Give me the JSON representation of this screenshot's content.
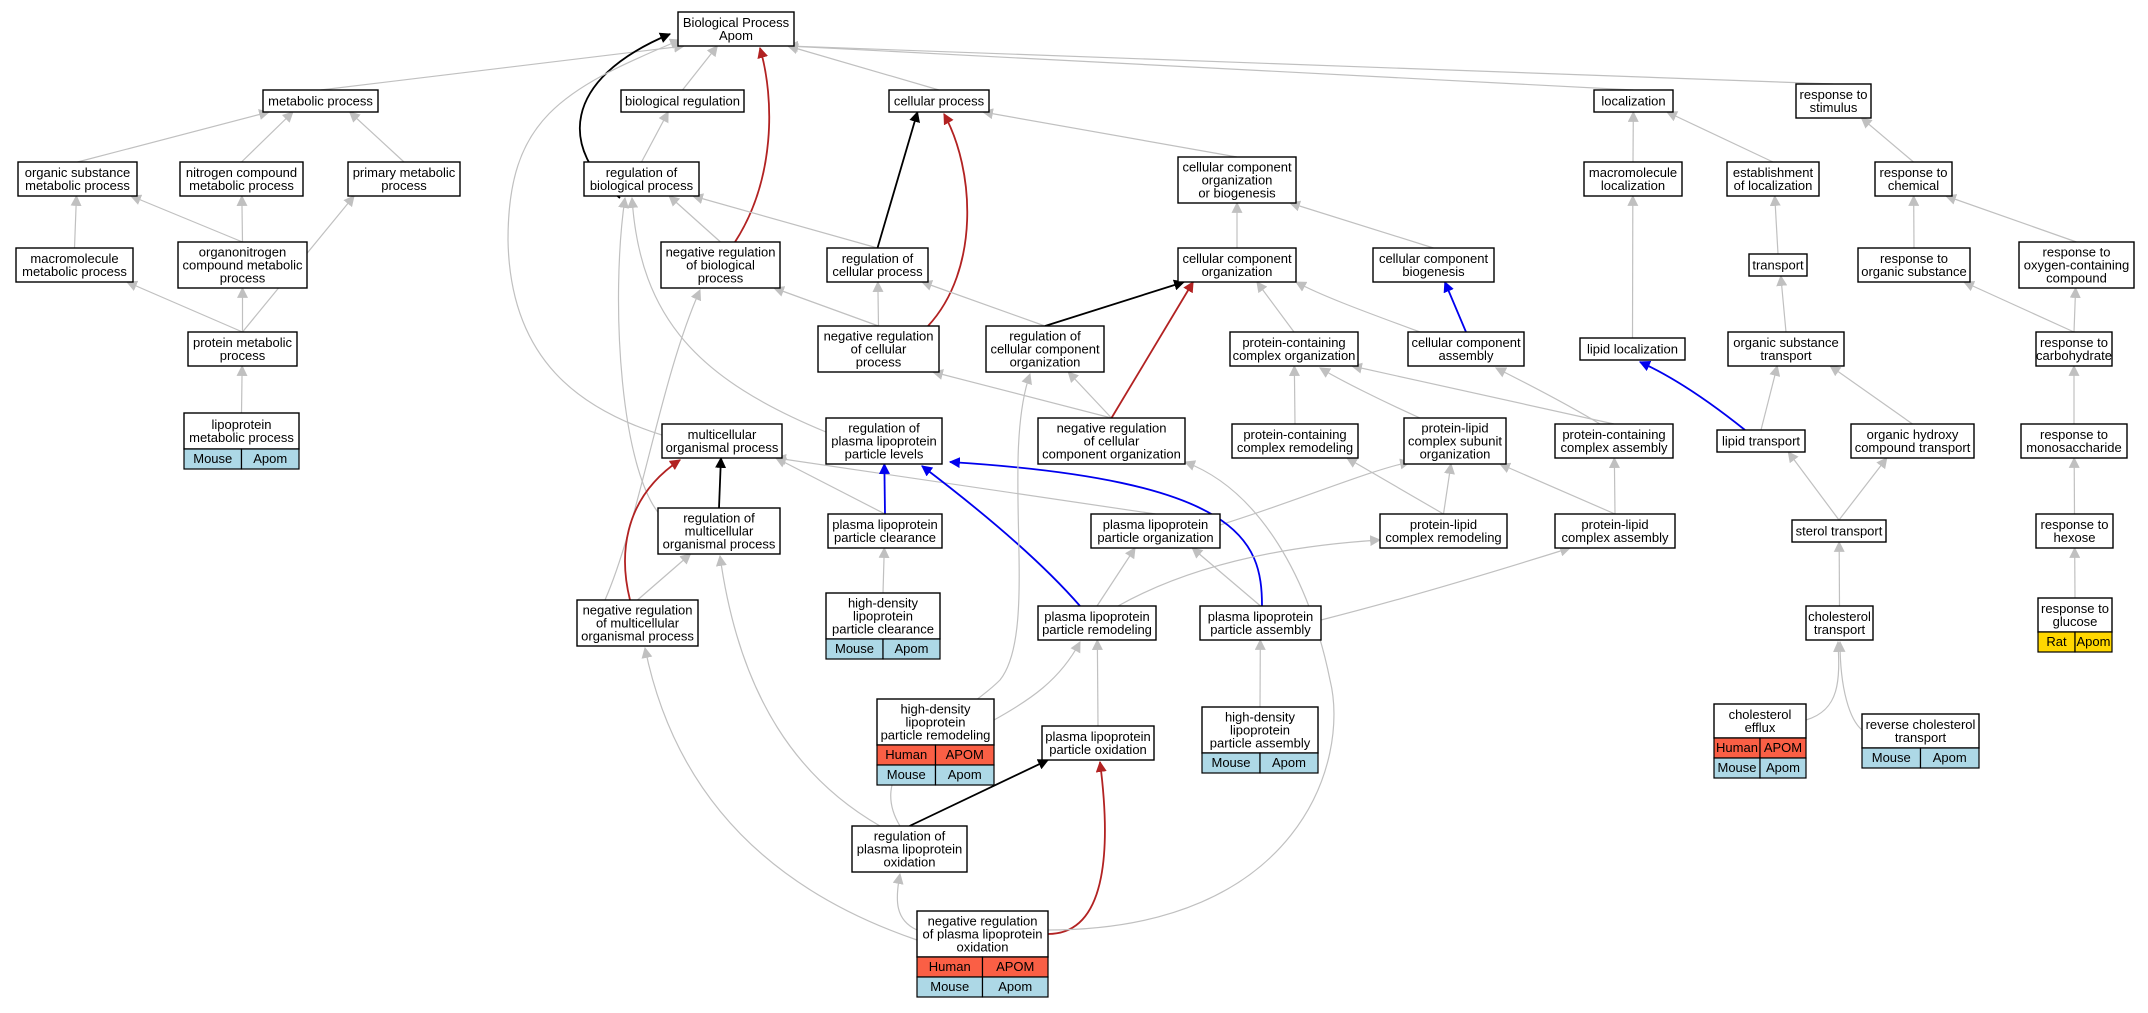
{
  "colors": {
    "edge_is_a": "#c0c0c0",
    "edge_regulates": "#000000",
    "edge_negatively_regulates": "#b22222",
    "edge_positively_regulates": "#0000ee",
    "node_border": "#000000",
    "node_fill": "#ffffff",
    "tag_human": "#fa5f45",
    "tag_mouse": "#add8e6",
    "tag_rat": "#ffd700"
  },
  "nodes": [
    {
      "id": "root",
      "lines": [
        "Biological Process",
        "Apom"
      ]
    },
    {
      "id": "metabolic",
      "lines": [
        "metabolic process"
      ]
    },
    {
      "id": "bioreg",
      "lines": [
        "biological regulation"
      ]
    },
    {
      "id": "cellular",
      "lines": [
        "cellular process"
      ]
    },
    {
      "id": "localization",
      "lines": [
        "localization"
      ]
    },
    {
      "id": "resp_stim",
      "lines": [
        "response to",
        "stimulus"
      ]
    },
    {
      "id": "org_sub_met",
      "lines": [
        "organic substance",
        "metabolic process"
      ]
    },
    {
      "id": "nitro_met",
      "lines": [
        "nitrogen compound",
        "metabolic process"
      ]
    },
    {
      "id": "prim_met",
      "lines": [
        "primary metabolic",
        "process"
      ]
    },
    {
      "id": "reg_bio",
      "lines": [
        "regulation of",
        "biological process"
      ]
    },
    {
      "id": "cc_org_bio",
      "lines": [
        "cellular component",
        "organization",
        "or biogenesis"
      ]
    },
    {
      "id": "macro_loc",
      "lines": [
        "macromolecule",
        "localization"
      ]
    },
    {
      "id": "estab_loc",
      "lines": [
        "establishment",
        "of localization"
      ]
    },
    {
      "id": "resp_chem",
      "lines": [
        "response to",
        "chemical"
      ]
    },
    {
      "id": "macro_met",
      "lines": [
        "macromolecule",
        "metabolic process"
      ]
    },
    {
      "id": "organonitro",
      "lines": [
        "organonitrogen",
        "compound metabolic",
        "process"
      ]
    },
    {
      "id": "neg_reg_bio",
      "lines": [
        "negative regulation",
        "of biological",
        "process"
      ]
    },
    {
      "id": "reg_cell",
      "lines": [
        "regulation of",
        "cellular process"
      ]
    },
    {
      "id": "cc_org",
      "lines": [
        "cellular component",
        "organization"
      ]
    },
    {
      "id": "cc_biogen",
      "lines": [
        "cellular component",
        "biogenesis"
      ]
    },
    {
      "id": "transport",
      "lines": [
        "transport"
      ]
    },
    {
      "id": "resp_org_sub",
      "lines": [
        "response to",
        "organic substance"
      ]
    },
    {
      "id": "resp_oxy",
      "lines": [
        "response to",
        "oxygen-containing",
        "compound"
      ]
    },
    {
      "id": "prot_met",
      "lines": [
        "protein metabolic",
        "process"
      ]
    },
    {
      "id": "neg_reg_cell",
      "lines": [
        "negative regulation",
        "of cellular",
        "process"
      ]
    },
    {
      "id": "reg_cc_org",
      "lines": [
        "regulation of",
        "cellular component",
        "organization"
      ]
    },
    {
      "id": "prot_cplx_org",
      "lines": [
        "protein-containing",
        "complex organization"
      ]
    },
    {
      "id": "cc_assembly",
      "lines": [
        "cellular component",
        "assembly"
      ]
    },
    {
      "id": "lipid_loc",
      "lines": [
        "lipid localization"
      ]
    },
    {
      "id": "org_sub_trans",
      "lines": [
        "organic substance",
        "transport"
      ]
    },
    {
      "id": "resp_carb",
      "lines": [
        "response to",
        "carbohydrate"
      ]
    },
    {
      "id": "lipo_met",
      "lines": [
        "lipoprotein",
        "metabolic process"
      ],
      "tags": [
        [
          "Mouse",
          "Apom"
        ]
      ]
    },
    {
      "id": "multi_org",
      "lines": [
        "multicellular",
        "organismal process"
      ]
    },
    {
      "id": "reg_plpl",
      "lines": [
        "regulation of",
        "plasma lipoprotein",
        "particle levels"
      ]
    },
    {
      "id": "neg_reg_cc_org",
      "lines": [
        "negative regulation",
        "of cellular",
        "component organization"
      ]
    },
    {
      "id": "prot_cplx_remod",
      "lines": [
        "protein-containing",
        "complex remodeling"
      ]
    },
    {
      "id": "pl_subunit_org",
      "lines": [
        "protein-lipid",
        "complex subunit",
        "organization"
      ]
    },
    {
      "id": "prot_cplx_assem",
      "lines": [
        "protein-containing",
        "complex assembly"
      ]
    },
    {
      "id": "lipid_trans",
      "lines": [
        "lipid transport"
      ]
    },
    {
      "id": "org_hydroxy",
      "lines": [
        "organic hydroxy",
        "compound transport"
      ]
    },
    {
      "id": "resp_mono",
      "lines": [
        "response to",
        "monosaccharide"
      ]
    },
    {
      "id": "reg_multi_org",
      "lines": [
        "regulation of",
        "multicellular",
        "organismal process"
      ]
    },
    {
      "id": "plp_clear",
      "lines": [
        "plasma lipoprotein",
        "particle clearance"
      ]
    },
    {
      "id": "plp_org",
      "lines": [
        "plasma lipoprotein",
        "particle organization"
      ]
    },
    {
      "id": "pl_remod",
      "lines": [
        "protein-lipid",
        "complex remodeling"
      ]
    },
    {
      "id": "pl_assem",
      "lines": [
        "protein-lipid",
        "complex assembly"
      ]
    },
    {
      "id": "sterol_trans",
      "lines": [
        "sterol transport"
      ]
    },
    {
      "id": "resp_hexose",
      "lines": [
        "response to",
        "hexose"
      ]
    },
    {
      "id": "neg_reg_multi",
      "lines": [
        "negative regulation",
        "of multicellular",
        "organismal process"
      ]
    },
    {
      "id": "hdl_clear",
      "lines": [
        "high-density",
        "lipoprotein",
        "particle clearance"
      ],
      "tags": [
        [
          "Mouse",
          "Apom"
        ]
      ]
    },
    {
      "id": "plp_remod",
      "lines": [
        "plasma lipoprotein",
        "particle remodeling"
      ]
    },
    {
      "id": "plp_assem",
      "lines": [
        "plasma lipoprotein",
        "particle assembly"
      ]
    },
    {
      "id": "chol_trans",
      "lines": [
        "cholesterol",
        "transport"
      ]
    },
    {
      "id": "resp_glucose",
      "lines": [
        "response to",
        "glucose"
      ],
      "tags": [
        [
          "Rat",
          "Apom"
        ]
      ]
    },
    {
      "id": "hdl_remod",
      "lines": [
        "high-density",
        "lipoprotein",
        "particle remodeling"
      ],
      "tags": [
        [
          "Human",
          "APOM"
        ],
        [
          "Mouse",
          "Apom"
        ]
      ]
    },
    {
      "id": "plp_oxid",
      "lines": [
        "plasma lipoprotein",
        "particle oxidation"
      ]
    },
    {
      "id": "hdl_assem",
      "lines": [
        "high-density",
        "lipoprotein",
        "particle assembly"
      ],
      "tags": [
        [
          "Mouse",
          "Apom"
        ]
      ]
    },
    {
      "id": "chol_efflux",
      "lines": [
        "cholesterol",
        "efflux"
      ],
      "tags": [
        [
          "Human",
          "APOM"
        ],
        [
          "Mouse",
          "Apom"
        ]
      ]
    },
    {
      "id": "rev_chol",
      "lines": [
        "reverse cholesterol",
        "transport"
      ],
      "tags": [
        [
          "Mouse",
          "Apom"
        ]
      ]
    },
    {
      "id": "reg_plp_oxid",
      "lines": [
        "regulation of",
        "plasma lipoprotein",
        "oxidation"
      ]
    },
    {
      "id": "neg_reg_plp_oxid",
      "lines": [
        "negative regulation",
        "of plasma lipoprotein",
        "oxidation"
      ],
      "tags": [
        [
          "Human",
          "APOM"
        ],
        [
          "Mouse",
          "Apom"
        ]
      ]
    }
  ],
  "edges": [
    {
      "from": "metabolic",
      "to": "root",
      "type": "is_a"
    },
    {
      "from": "bioreg",
      "to": "root",
      "type": "is_a"
    },
    {
      "from": "cellular",
      "to": "root",
      "type": "is_a"
    },
    {
      "from": "localization",
      "to": "root",
      "type": "is_a"
    },
    {
      "from": "resp_stim",
      "to": "root",
      "type": "is_a"
    },
    {
      "from": "reg_bio",
      "to": "root",
      "type": "regulates"
    },
    {
      "from": "neg_reg_bio",
      "to": "root",
      "type": "negatively_regulates"
    },
    {
      "from": "multi_org",
      "to": "root",
      "type": "is_a"
    },
    {
      "from": "org_sub_met",
      "to": "metabolic",
      "type": "is_a"
    },
    {
      "from": "nitro_met",
      "to": "metabolic",
      "type": "is_a"
    },
    {
      "from": "prim_met",
      "to": "metabolic",
      "type": "is_a"
    },
    {
      "from": "macro_met",
      "to": "org_sub_met",
      "type": "is_a"
    },
    {
      "from": "organonitro",
      "to": "org_sub_met",
      "type": "is_a"
    },
    {
      "from": "organonitro",
      "to": "nitro_met",
      "type": "is_a"
    },
    {
      "from": "prot_met",
      "to": "macro_met",
      "type": "is_a"
    },
    {
      "from": "prot_met",
      "to": "organonitro",
      "type": "is_a"
    },
    {
      "from": "prot_met",
      "to": "prim_met",
      "type": "is_a"
    },
    {
      "from": "lipo_met",
      "to": "prot_met",
      "type": "is_a"
    },
    {
      "from": "reg_bio",
      "to": "bioreg",
      "type": "is_a"
    },
    {
      "from": "neg_reg_bio",
      "to": "reg_bio",
      "type": "is_a"
    },
    {
      "from": "reg_cell",
      "to": "reg_bio",
      "type": "is_a"
    },
    {
      "from": "reg_multi_org",
      "to": "reg_bio",
      "type": "is_a"
    },
    {
      "from": "reg_plpl",
      "to": "reg_bio",
      "type": "is_a"
    },
    {
      "from": "reg_cell",
      "to": "cellular",
      "type": "regulates"
    },
    {
      "from": "neg_reg_cell",
      "to": "cellular",
      "type": "negatively_regulates"
    },
    {
      "from": "cc_org_bio",
      "to": "cellular",
      "type": "is_a"
    },
    {
      "from": "neg_reg_cell",
      "to": "neg_reg_bio",
      "type": "is_a"
    },
    {
      "from": "neg_reg_multi",
      "to": "neg_reg_bio",
      "type": "is_a"
    },
    {
      "from": "neg_reg_cell",
      "to": "reg_cell",
      "type": "is_a"
    },
    {
      "from": "reg_cc_org",
      "to": "reg_cell",
      "type": "is_a"
    },
    {
      "from": "neg_reg_cc_org",
      "to": "neg_reg_cell",
      "type": "is_a"
    },
    {
      "from": "neg_reg_cc_org",
      "to": "reg_cc_org",
      "type": "is_a"
    },
    {
      "from": "reg_cc_org",
      "to": "cc_org",
      "type": "regulates"
    },
    {
      "from": "neg_reg_cc_org",
      "to": "cc_org",
      "type": "negatively_regulates"
    },
    {
      "from": "cc_org",
      "to": "cc_org_bio",
      "type": "is_a"
    },
    {
      "from": "cc_biogen",
      "to": "cc_org_bio",
      "type": "is_a"
    },
    {
      "from": "cc_assembly",
      "to": "cc_biogen",
      "type": "positively_regulates"
    },
    {
      "from": "cc_assembly",
      "to": "cc_org",
      "type": "is_a"
    },
    {
      "from": "prot_cplx_org",
      "to": "cc_org",
      "type": "is_a"
    },
    {
      "from": "prot_cplx_remod",
      "to": "prot_cplx_org",
      "type": "is_a"
    },
    {
      "from": "pl_subunit_org",
      "to": "prot_cplx_org",
      "type": "is_a"
    },
    {
      "from": "prot_cplx_assem",
      "to": "prot_cplx_org",
      "type": "is_a"
    },
    {
      "from": "prot_cplx_assem",
      "to": "cc_assembly",
      "type": "is_a"
    },
    {
      "from": "pl_remod",
      "to": "prot_cplx_remod",
      "type": "is_a"
    },
    {
      "from": "pl_remod",
      "to": "pl_subunit_org",
      "type": "is_a"
    },
    {
      "from": "pl_assem",
      "to": "pl_subunit_org",
      "type": "is_a"
    },
    {
      "from": "pl_assem",
      "to": "prot_cplx_assem",
      "type": "is_a"
    },
    {
      "from": "plp_org",
      "to": "pl_subunit_org",
      "type": "is_a"
    },
    {
      "from": "plp_org",
      "to": "multi_org",
      "type": "is_a"
    },
    {
      "from": "plp_clear",
      "to": "multi_org",
      "type": "is_a"
    },
    {
      "from": "plp_clear",
      "to": "reg_plpl",
      "type": "positively_regulates"
    },
    {
      "from": "plp_remod",
      "to": "reg_plpl",
      "type": "positively_regulates"
    },
    {
      "from": "plp_assem",
      "to": "reg_plpl",
      "type": "positively_regulates"
    },
    {
      "from": "plp_remod",
      "to": "plp_org",
      "type": "is_a"
    },
    {
      "from": "plp_remod",
      "to": "pl_remod",
      "type": "is_a"
    },
    {
      "from": "plp_assem",
      "to": "plp_org",
      "type": "is_a"
    },
    {
      "from": "plp_assem",
      "to": "pl_assem",
      "type": "is_a"
    },
    {
      "from": "hdl_clear",
      "to": "plp_clear",
      "type": "is_a"
    },
    {
      "from": "hdl_remod",
      "to": "plp_remod",
      "type": "is_a"
    },
    {
      "from": "hdl_assem",
      "to": "plp_assem",
      "type": "is_a"
    },
    {
      "from": "plp_oxid",
      "to": "plp_remod",
      "type": "is_a"
    },
    {
      "from": "reg_multi_org",
      "to": "multi_org",
      "type": "regulates"
    },
    {
      "from": "neg_reg_multi",
      "to": "multi_org",
      "type": "negatively_regulates"
    },
    {
      "from": "neg_reg_multi",
      "to": "reg_multi_org",
      "type": "is_a"
    },
    {
      "from": "reg_plp_oxid",
      "to": "plp_oxid",
      "type": "regulates"
    },
    {
      "from": "reg_plp_oxid",
      "to": "reg_multi_org",
      "type": "is_a"
    },
    {
      "from": "reg_plp_oxid",
      "to": "reg_cc_org",
      "type": "is_a"
    },
    {
      "from": "neg_reg_plp_oxid",
      "to": "plp_oxid",
      "type": "negatively_regulates"
    },
    {
      "from": "neg_reg_plp_oxid",
      "to": "reg_plp_oxid",
      "type": "is_a"
    },
    {
      "from": "neg_reg_plp_oxid",
      "to": "neg_reg_multi",
      "type": "is_a"
    },
    {
      "from": "neg_reg_plp_oxid",
      "to": "neg_reg_cc_org",
      "type": "is_a"
    },
    {
      "from": "macro_loc",
      "to": "localization",
      "type": "is_a"
    },
    {
      "from": "estab_loc",
      "to": "localization",
      "type": "is_a"
    },
    {
      "from": "lipid_loc",
      "to": "macro_loc",
      "type": "is_a"
    },
    {
      "from": "transport",
      "to": "estab_loc",
      "type": "is_a"
    },
    {
      "from": "org_sub_trans",
      "to": "transport",
      "type": "is_a"
    },
    {
      "from": "lipid_trans",
      "to": "org_sub_trans",
      "type": "is_a"
    },
    {
      "from": "lipid_trans",
      "to": "lipid_loc",
      "type": "positively_regulates"
    },
    {
      "from": "org_hydroxy",
      "to": "org_sub_trans",
      "type": "is_a"
    },
    {
      "from": "sterol_trans",
      "to": "lipid_trans",
      "type": "is_a"
    },
    {
      "from": "sterol_trans",
      "to": "org_hydroxy",
      "type": "is_a"
    },
    {
      "from": "chol_trans",
      "to": "sterol_trans",
      "type": "is_a"
    },
    {
      "from": "chol_efflux",
      "to": "chol_trans",
      "type": "is_a"
    },
    {
      "from": "rev_chol",
      "to": "chol_trans",
      "type": "is_a"
    },
    {
      "from": "resp_chem",
      "to": "resp_stim",
      "type": "is_a"
    },
    {
      "from": "resp_org_sub",
      "to": "resp_chem",
      "type": "is_a"
    },
    {
      "from": "resp_oxy",
      "to": "resp_chem",
      "type": "is_a"
    },
    {
      "from": "resp_carb",
      "to": "resp_org_sub",
      "type": "is_a"
    },
    {
      "from": "resp_carb",
      "to": "resp_oxy",
      "type": "is_a"
    },
    {
      "from": "resp_mono",
      "to": "resp_carb",
      "type": "is_a"
    },
    {
      "from": "resp_hexose",
      "to": "resp_mono",
      "type": "is_a"
    },
    {
      "from": "resp_glucose",
      "to": "resp_hexose",
      "type": "is_a"
    }
  ]
}
